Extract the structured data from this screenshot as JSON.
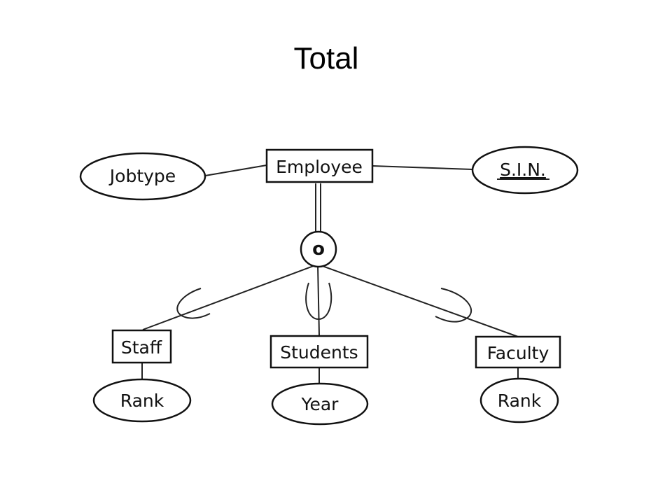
{
  "title": "Total",
  "diagram": {
    "superclass": "Employee",
    "attributes": {
      "left": "Jobtype",
      "key": "S.I.N."
    },
    "constraint_symbol": "o",
    "subclasses": {
      "staff": {
        "name": "Staff",
        "attribute": "Rank"
      },
      "students": {
        "name": "Students",
        "attribute": "Year"
      },
      "faculty": {
        "name": "Faculty",
        "attribute": "Rank"
      }
    }
  }
}
